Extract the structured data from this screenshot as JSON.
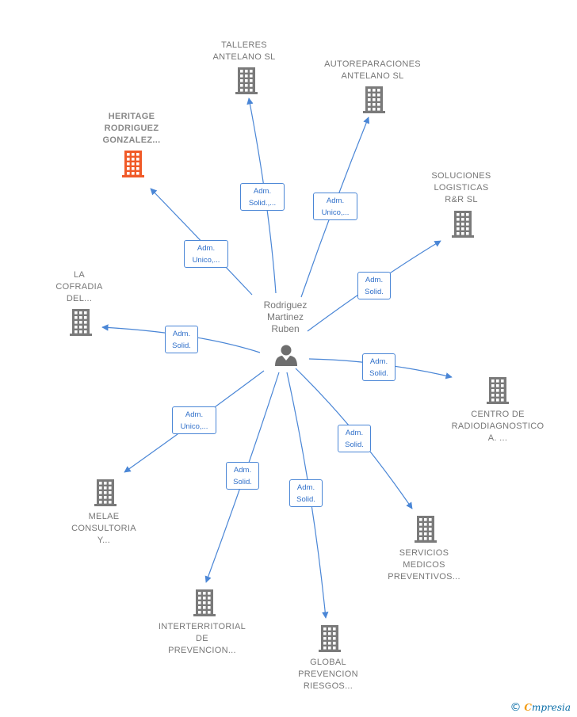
{
  "colors": {
    "edge": "#4a86d6",
    "building": "#7a7a7a",
    "building_highlight": "#f05a28",
    "person": "#6e6e6e"
  },
  "center": {
    "name_lines": [
      "Rodriguez",
      "Martinez",
      "Ruben"
    ],
    "icon": "person-icon"
  },
  "nodes": [
    {
      "id": "talleres",
      "lines": [
        "TALLERES",
        "ANTELANO SL"
      ],
      "highlight": false,
      "icon": "building-icon",
      "edge_label": [
        "Adm.",
        "Solid.,..."
      ]
    },
    {
      "id": "autoreparaciones",
      "lines": [
        "AUTOREPARACIONES",
        "ANTELANO  SL"
      ],
      "highlight": false,
      "icon": "building-icon",
      "edge_label": [
        "Adm.",
        "Unico,..."
      ]
    },
    {
      "id": "heritage",
      "lines": [
        "HERITAGE",
        "RODRIGUEZ",
        "GONZALEZ..."
      ],
      "highlight": true,
      "icon": "building-icon",
      "edge_label": [
        "Adm.",
        "Unico,..."
      ]
    },
    {
      "id": "soluciones",
      "lines": [
        "SOLUCIONES",
        "LOGISTICAS",
        "R&R  SL"
      ],
      "highlight": false,
      "icon": "building-icon",
      "edge_label": [
        "Adm.",
        "Solid."
      ]
    },
    {
      "id": "cofradia",
      "lines": [
        "LA",
        "COFRADIA",
        "DEL..."
      ],
      "highlight": false,
      "icon": "building-icon",
      "edge_label": [
        "Adm.",
        "Solid."
      ]
    },
    {
      "id": "centro",
      "lines": [
        "CENTRO DE",
        "RADIODIAGNOSTICO",
        "A. ..."
      ],
      "highlight": false,
      "icon": "building-icon",
      "edge_label": [
        "Adm.",
        "Solid."
      ]
    },
    {
      "id": "melae",
      "lines": [
        "MELAE",
        "CONSULTORIA",
        "Y..."
      ],
      "highlight": false,
      "icon": "building-icon",
      "edge_label": [
        "Adm.",
        "Unico,..."
      ]
    },
    {
      "id": "servicios",
      "lines": [
        "SERVICIOS",
        "MEDICOS",
        "PREVENTIVOS..."
      ],
      "highlight": false,
      "icon": "building-icon",
      "edge_label": [
        "Adm.",
        "Solid."
      ]
    },
    {
      "id": "interterritorial",
      "lines": [
        "INTERTERRITORIAL",
        "DE",
        "PREVENCION..."
      ],
      "highlight": false,
      "icon": "building-icon",
      "edge_label": [
        "Adm.",
        "Solid."
      ]
    },
    {
      "id": "global",
      "lines": [
        "GLOBAL",
        "PREVENCION",
        "RIESGOS..."
      ],
      "highlight": false,
      "icon": "building-icon",
      "edge_label": [
        "Adm.",
        "Solid."
      ]
    }
  ],
  "footer": {
    "copyright": "©",
    "brand_first": "C",
    "brand_rest": "mpresia"
  }
}
